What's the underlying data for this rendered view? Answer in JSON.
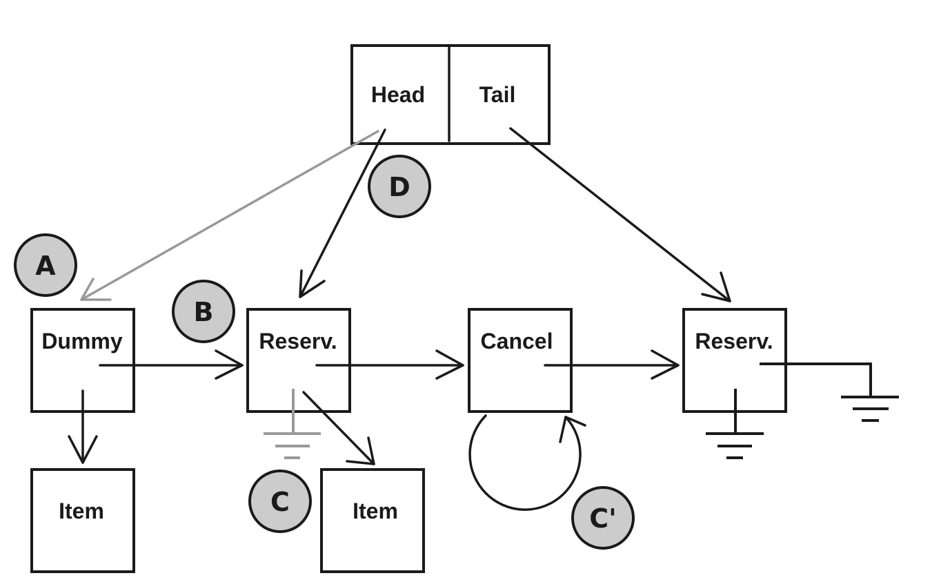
{
  "nodes": {
    "queue_head": "Head",
    "queue_tail": "Tail",
    "dummy": "Dummy",
    "reservation_1": "Reserv.",
    "cancel": "Cancel",
    "reservation_2": "Reserv.",
    "item_1": "Item",
    "item_2": "Item"
  },
  "badges": {
    "a": "A",
    "b": "B",
    "c": "C",
    "c_prime": "C'",
    "d": "D"
  },
  "colors": {
    "stroke": "#1a1a1a",
    "gray_stroke": "#999999",
    "badge_fill": "#cccccc",
    "background": "#ffffff"
  }
}
